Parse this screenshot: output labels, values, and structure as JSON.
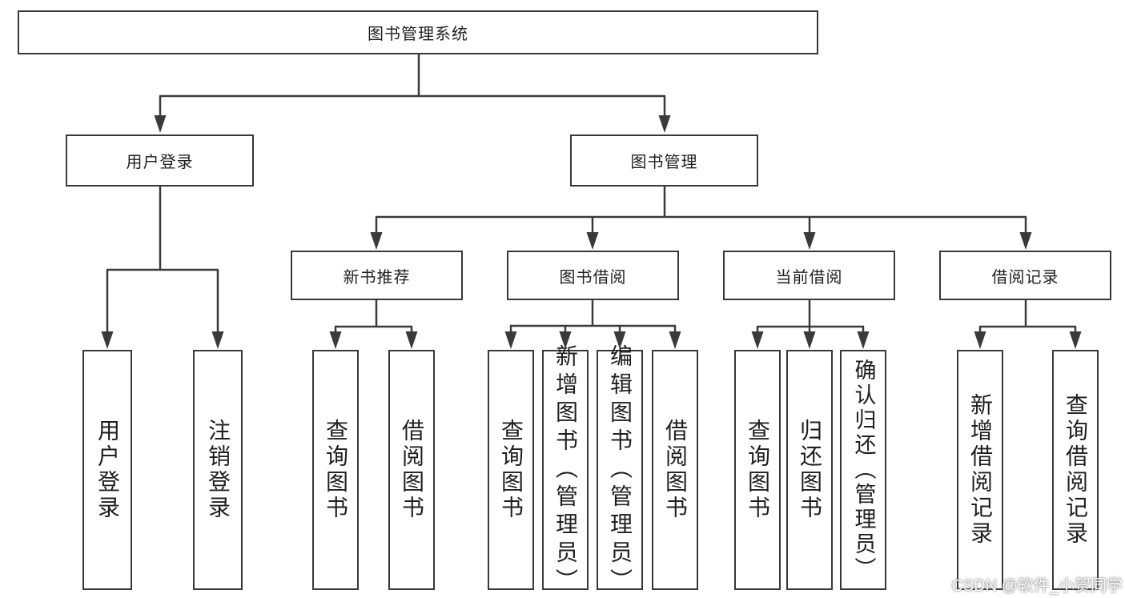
{
  "tree": {
    "root": {
      "label": "图书管理系统"
    },
    "user_login": {
      "label": "用户登录",
      "children": [
        {
          "label": "用户登录"
        },
        {
          "label": "注销登录"
        }
      ]
    },
    "book_mgmt": {
      "label": "图书管理",
      "sections": [
        {
          "label": "新书推荐",
          "children": [
            {
              "label": "查询图书"
            },
            {
              "label": "借阅图书"
            }
          ]
        },
        {
          "label": "图书借阅",
          "children": [
            {
              "label": "查询图书"
            },
            {
              "label": "新增图书（管理员）"
            },
            {
              "label": "编辑图书（管理员）"
            },
            {
              "label": "借阅图书"
            }
          ]
        },
        {
          "label": "当前借阅",
          "children": [
            {
              "label": "查询图书"
            },
            {
              "label": "归还图书"
            },
            {
              "label": "确认归还（管理员）"
            }
          ]
        },
        {
          "label": "借阅记录",
          "children": [
            {
              "label": "新增借阅记录"
            },
            {
              "label": "查询借阅记录"
            }
          ]
        }
      ]
    }
  },
  "watermark": "CSDN @软件_小贺同学",
  "colors": {
    "line": "#3a3a3a",
    "box_border": "#383838",
    "box_fill": "#ffffff",
    "text": "#1f1f1f",
    "background": "#ffffff",
    "watermark": "#d9d9d9"
  }
}
